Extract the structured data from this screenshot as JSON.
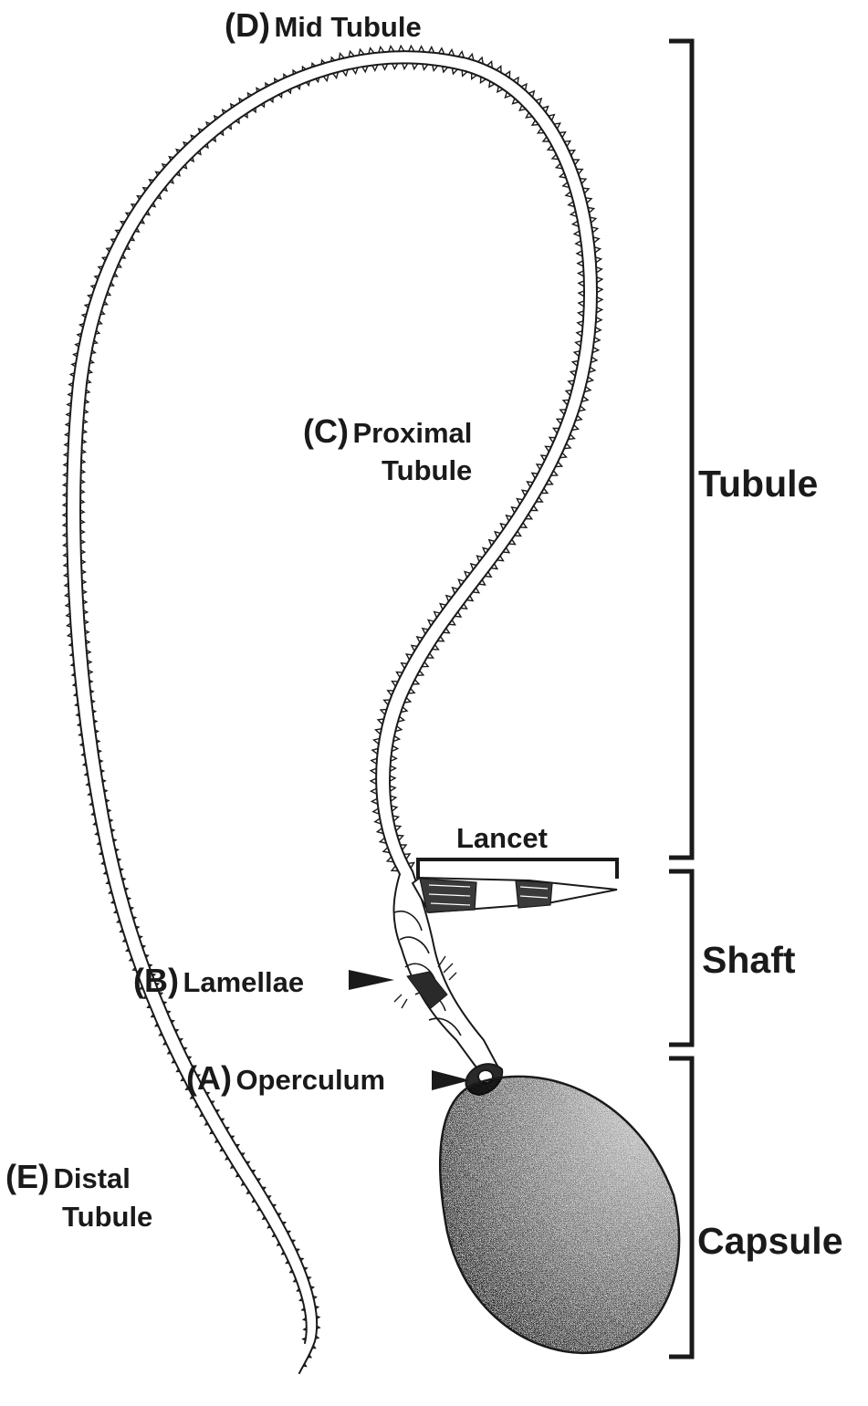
{
  "labels": {
    "mid": {
      "letter": "(D)",
      "text": "Mid Tubule"
    },
    "proximal": {
      "letter": "(C)",
      "line1": "Proximal",
      "line2": "Tubule"
    },
    "lamellae": {
      "letter": "(B)",
      "text": "Lamellae"
    },
    "operculum": {
      "letter": "(A)",
      "text": "Operculum"
    },
    "distal": {
      "letter": "(E)",
      "line1": "Distal",
      "line2": "Tubule"
    },
    "lancet": "Lancet"
  },
  "regions": {
    "tubule": "Tubule",
    "shaft": "Shaft",
    "capsule": "Capsule"
  },
  "colors": {
    "ink": "#1a1a1a",
    "background": "#ffffff"
  }
}
